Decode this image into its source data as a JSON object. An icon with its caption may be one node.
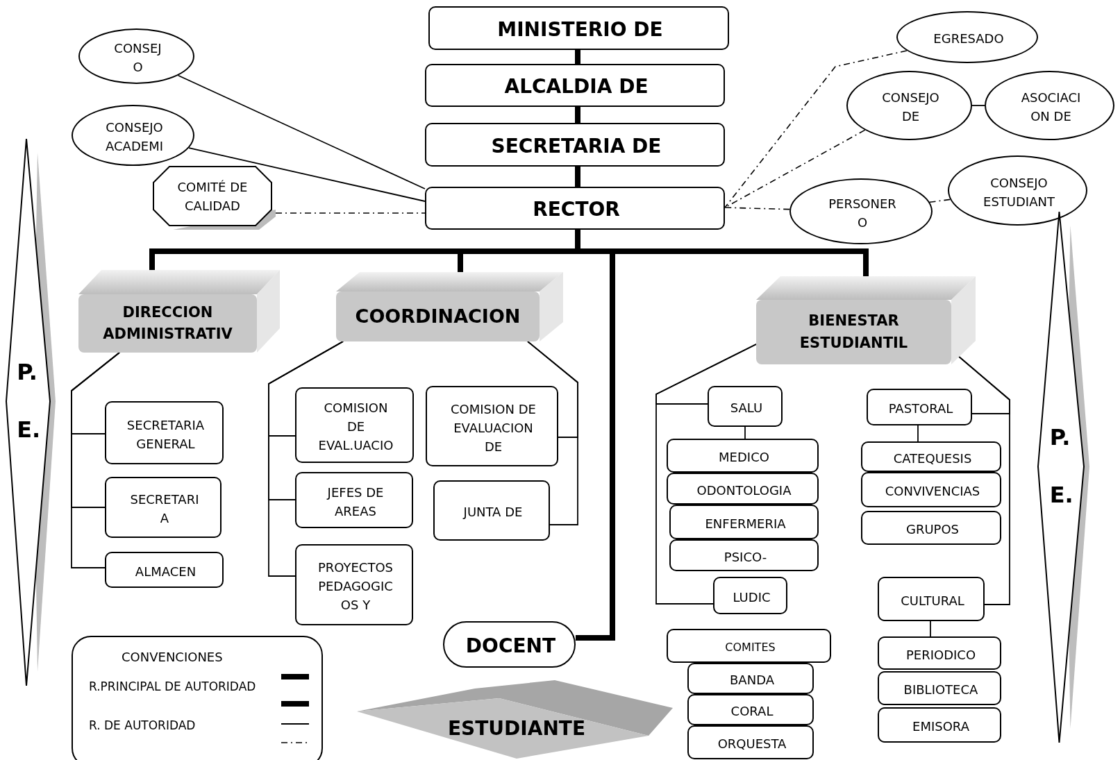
{
  "diagram": {
    "nodes": [
      {
        "text": [
          "MINISTERIO DE"
        ]
      },
      {
        "text": [
          "ALCALDIA DE"
        ]
      },
      {
        "text": [
          "SECRETARIA DE"
        ]
      },
      {
        "text": [
          "RECTOR"
        ]
      },
      {
        "text": [
          "CONSEJ O"
        ]
      },
      {
        "text": [
          "CONSEJO ACADEMI"
        ]
      },
      {
        "text": [
          "COMITÉ DE CALIDAD"
        ]
      },
      {
        "text": [
          "EGRESADO"
        ]
      },
      {
        "text": [
          "CONSEJO DE"
        ]
      },
      {
        "text": [
          "ASOCIACI ON DE"
        ]
      },
      {
        "text": [
          "CONSEJO ESTUDIANT"
        ]
      },
      {
        "text": [
          "PERSONER O"
        ]
      },
      {
        "text": [
          "DIRECCION ADMINISTRATIV"
        ]
      },
      {
        "text": [
          "COORDINACION"
        ]
      },
      {
        "text": [
          "BIENESTAR ESTUDIANTIL"
        ]
      },
      {
        "text": [
          "SECRETARIA GENERAL"
        ]
      },
      {
        "text": [
          "SECRETARI A"
        ]
      },
      {
        "text": [
          "ALMACEN"
        ]
      },
      {
        "text": [
          "COMISION DE EVAL.UACIO"
        ]
      },
      {
        "text": [
          "JEFES DE AREAS"
        ]
      },
      {
        "text": [
          "PROYECTOS PEDAGOGIC OS Y"
        ]
      },
      {
        "text": [
          "COMISION DE EVALUACION DE"
        ]
      },
      {
        "text": [
          "JUNTA DE"
        ]
      },
      {
        "text": [
          "DOCENT"
        ]
      },
      {
        "text": [
          "ESTUDIANTE"
        ]
      },
      {
        "text": [
          "SALU"
        ]
      },
      {
        "text": [
          "MEDICO"
        ]
      },
      {
        "text": [
          "ODONTOLOGIA"
        ]
      },
      {
        "text": [
          "ENFERMERIA"
        ]
      },
      {
        "text": [
          "PSICO-"
        ]
      },
      {
        "text": [
          "LUDIC"
        ]
      },
      {
        "text": [
          "COMITES"
        ]
      },
      {
        "text": [
          "BANDA"
        ]
      },
      {
        "text": [
          "CORAL"
        ]
      },
      {
        "text": [
          "ORQUESTA"
        ]
      },
      {
        "text": [
          "PASTORAL"
        ]
      },
      {
        "text": [
          "CATEQUESIS"
        ]
      },
      {
        "text": [
          "CONVIVENCIAS"
        ]
      },
      {
        "text": [
          "GRUPOS"
        ]
      },
      {
        "text": [
          "CULTURAL"
        ]
      },
      {
        "text": [
          "PERIODICO"
        ]
      },
      {
        "text": [
          "BIBLIOTECA"
        ]
      },
      {
        "text": [
          "EMISORA"
        ]
      },
      {
        "text": [
          "P.E."
        ]
      },
      {
        "text": [
          "P.E."
        ]
      }
    ],
    "edges": [
      {
        "from": 0,
        "to": 1,
        "arrow": "none",
        "style": "thick"
      },
      {
        "from": 1,
        "to": 2,
        "arrow": "none",
        "style": "thick"
      },
      {
        "from": 2,
        "to": 3,
        "arrow": "none",
        "style": "thick"
      },
      {
        "from": 3,
        "to": 12,
        "arrow": "none",
        "style": "thick"
      },
      {
        "from": 3,
        "to": 13,
        "arrow": "none",
        "style": "thick"
      },
      {
        "from": 3,
        "to": 14,
        "arrow": "none",
        "style": "thick"
      },
      {
        "from": 3,
        "to": 23,
        "arrow": "none",
        "style": "thick"
      },
      {
        "from": 4,
        "to": 3,
        "arrow": "none"
      },
      {
        "from": 5,
        "to": 3,
        "arrow": "none"
      },
      {
        "from": 6,
        "to": 3,
        "arrow": "none",
        "style": "dashed"
      },
      {
        "from": 7,
        "to": 3,
        "arrow": "none",
        "style": "dashed"
      },
      {
        "from": 8,
        "to": 3,
        "arrow": "none",
        "style": "dashed"
      },
      {
        "from": 11,
        "to": 3,
        "arrow": "none",
        "style": "dashed"
      },
      {
        "from": 10,
        "to": 11,
        "arrow": "none",
        "style": "dashed"
      },
      {
        "from": 8,
        "to": 9,
        "arrow": "none"
      },
      {
        "from": 12,
        "to": 15,
        "arrow": "none"
      },
      {
        "from": 12,
        "to": 16,
        "arrow": "none"
      },
      {
        "from": 12,
        "to": 17,
        "arrow": "none"
      },
      {
        "from": 13,
        "to": 18,
        "arrow": "none"
      },
      {
        "from": 13,
        "to": 19,
        "arrow": "none"
      },
      {
        "from": 13,
        "to": 20,
        "arrow": "none"
      },
      {
        "from": 13,
        "to": 21,
        "arrow": "none"
      },
      {
        "from": 13,
        "to": 22,
        "arrow": "none"
      },
      {
        "from": 14,
        "to": 25,
        "arrow": "none"
      },
      {
        "from": 14,
        "to": 30,
        "arrow": "none"
      },
      {
        "from": 14,
        "to": 35,
        "arrow": "none"
      },
      {
        "from": 14,
        "to": 39,
        "arrow": "none"
      },
      {
        "from": 25,
        "to": 26,
        "arrow": "none"
      },
      {
        "from": 35,
        "to": 36,
        "arrow": "none"
      },
      {
        "from": 39,
        "to": 40,
        "arrow": "none"
      }
    ],
    "labels": [
      "CONVENCIONES"
    ],
    "legend": [
      {
        "text": "R.PRINCIPAL DE AUTORIDAD"
      },
      {
        "text": "R. DE AUTORIDAD"
      }
    ]
  }
}
